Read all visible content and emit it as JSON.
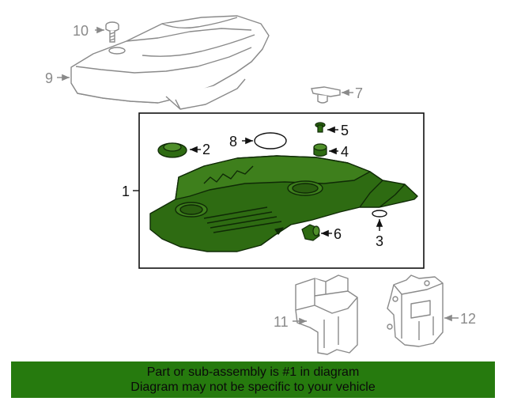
{
  "callouts": {
    "c1": "1",
    "c2": "2",
    "c3": "3",
    "c4": "4",
    "c5": "5",
    "c6": "6",
    "c7": "7",
    "c8": "8",
    "c9": "9",
    "c10": "10",
    "c11": "11",
    "c12": "12"
  },
  "banner": {
    "line1": "Part or sub-assembly is #1 in diagram",
    "line2": "Diagram may not be specific to your vehicle"
  },
  "colors": {
    "highlight": "#267a0e",
    "part_green": "#2e6b12",
    "outline_gray": "#8a8a8a",
    "box_black": "#111111"
  }
}
